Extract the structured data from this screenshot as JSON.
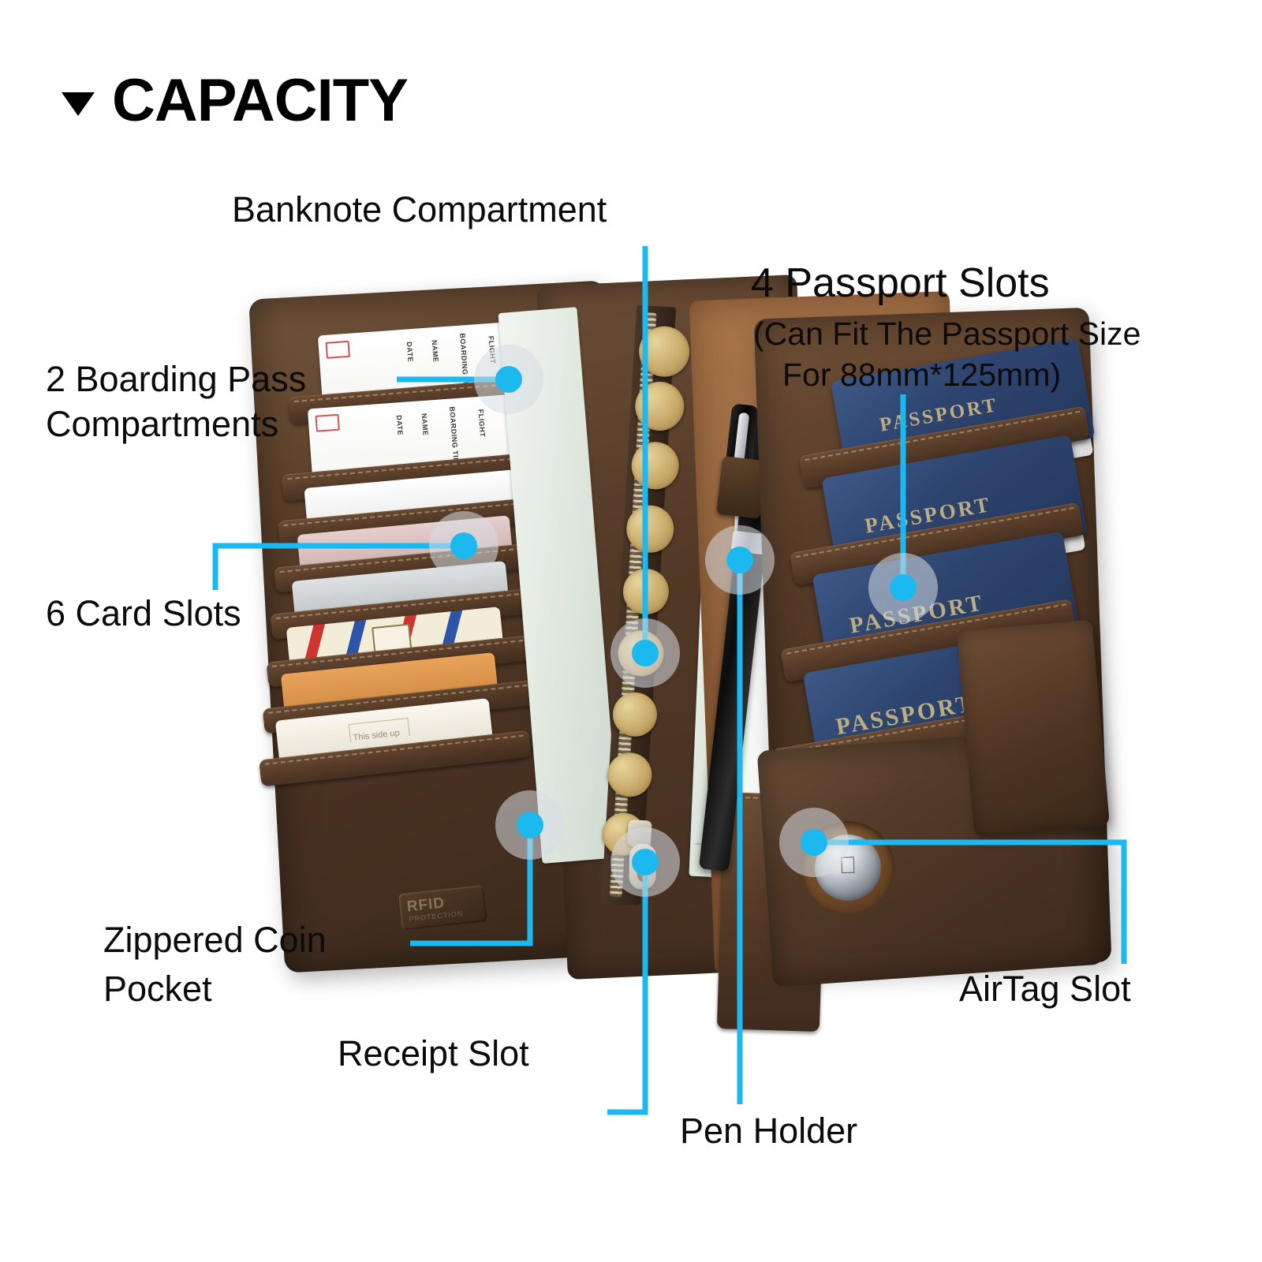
{
  "header": {
    "title": "CAPACITY",
    "bullet_icon": "triangle-down-icon"
  },
  "theme": {
    "accent": "#1CB9F0",
    "leather_dark": "#4a3324",
    "leather_mid": "#6b4f38",
    "suede": "#a8754a",
    "passport_blue": "#2e4570",
    "passport_gold": "#c9b684",
    "background": "#ffffff",
    "text": "#000000"
  },
  "callouts": [
    {
      "id": "banknote-compartment",
      "label": "Banknote Compartment",
      "sublabel": ""
    },
    {
      "id": "passport-slots",
      "label": "4 Passport Slots",
      "sublabel_line1": "(Can Fit The Passport Size",
      "sublabel_line2": "For 88mm*125mm)"
    },
    {
      "id": "boarding-pass",
      "label_line1": "2 Boarding Pass",
      "label_line2": "Compartments"
    },
    {
      "id": "card-slots",
      "label": "6 Card Slots"
    },
    {
      "id": "zippered-coin-pocket",
      "label_line1": "Zippered Coin",
      "label_line2": "Pocket"
    },
    {
      "id": "receipt-slot",
      "label": "Receipt Slot"
    },
    {
      "id": "pen-holder",
      "label": "Pen Holder"
    },
    {
      "id": "airtag-slot",
      "label": "AirTag Slot"
    }
  ],
  "product": {
    "type": "leather travel passport wallet",
    "rfid_stamp": "RFID",
    "rfid_sub": "PROTECTION",
    "passport_label": "PASSPORT",
    "passport_count": 4,
    "card_slot_count": 6,
    "boarding_pass_count": 2,
    "ticket_fields": [
      "DATE",
      "NAME",
      "BOARDING TIME",
      "FLIGHT"
    ]
  }
}
